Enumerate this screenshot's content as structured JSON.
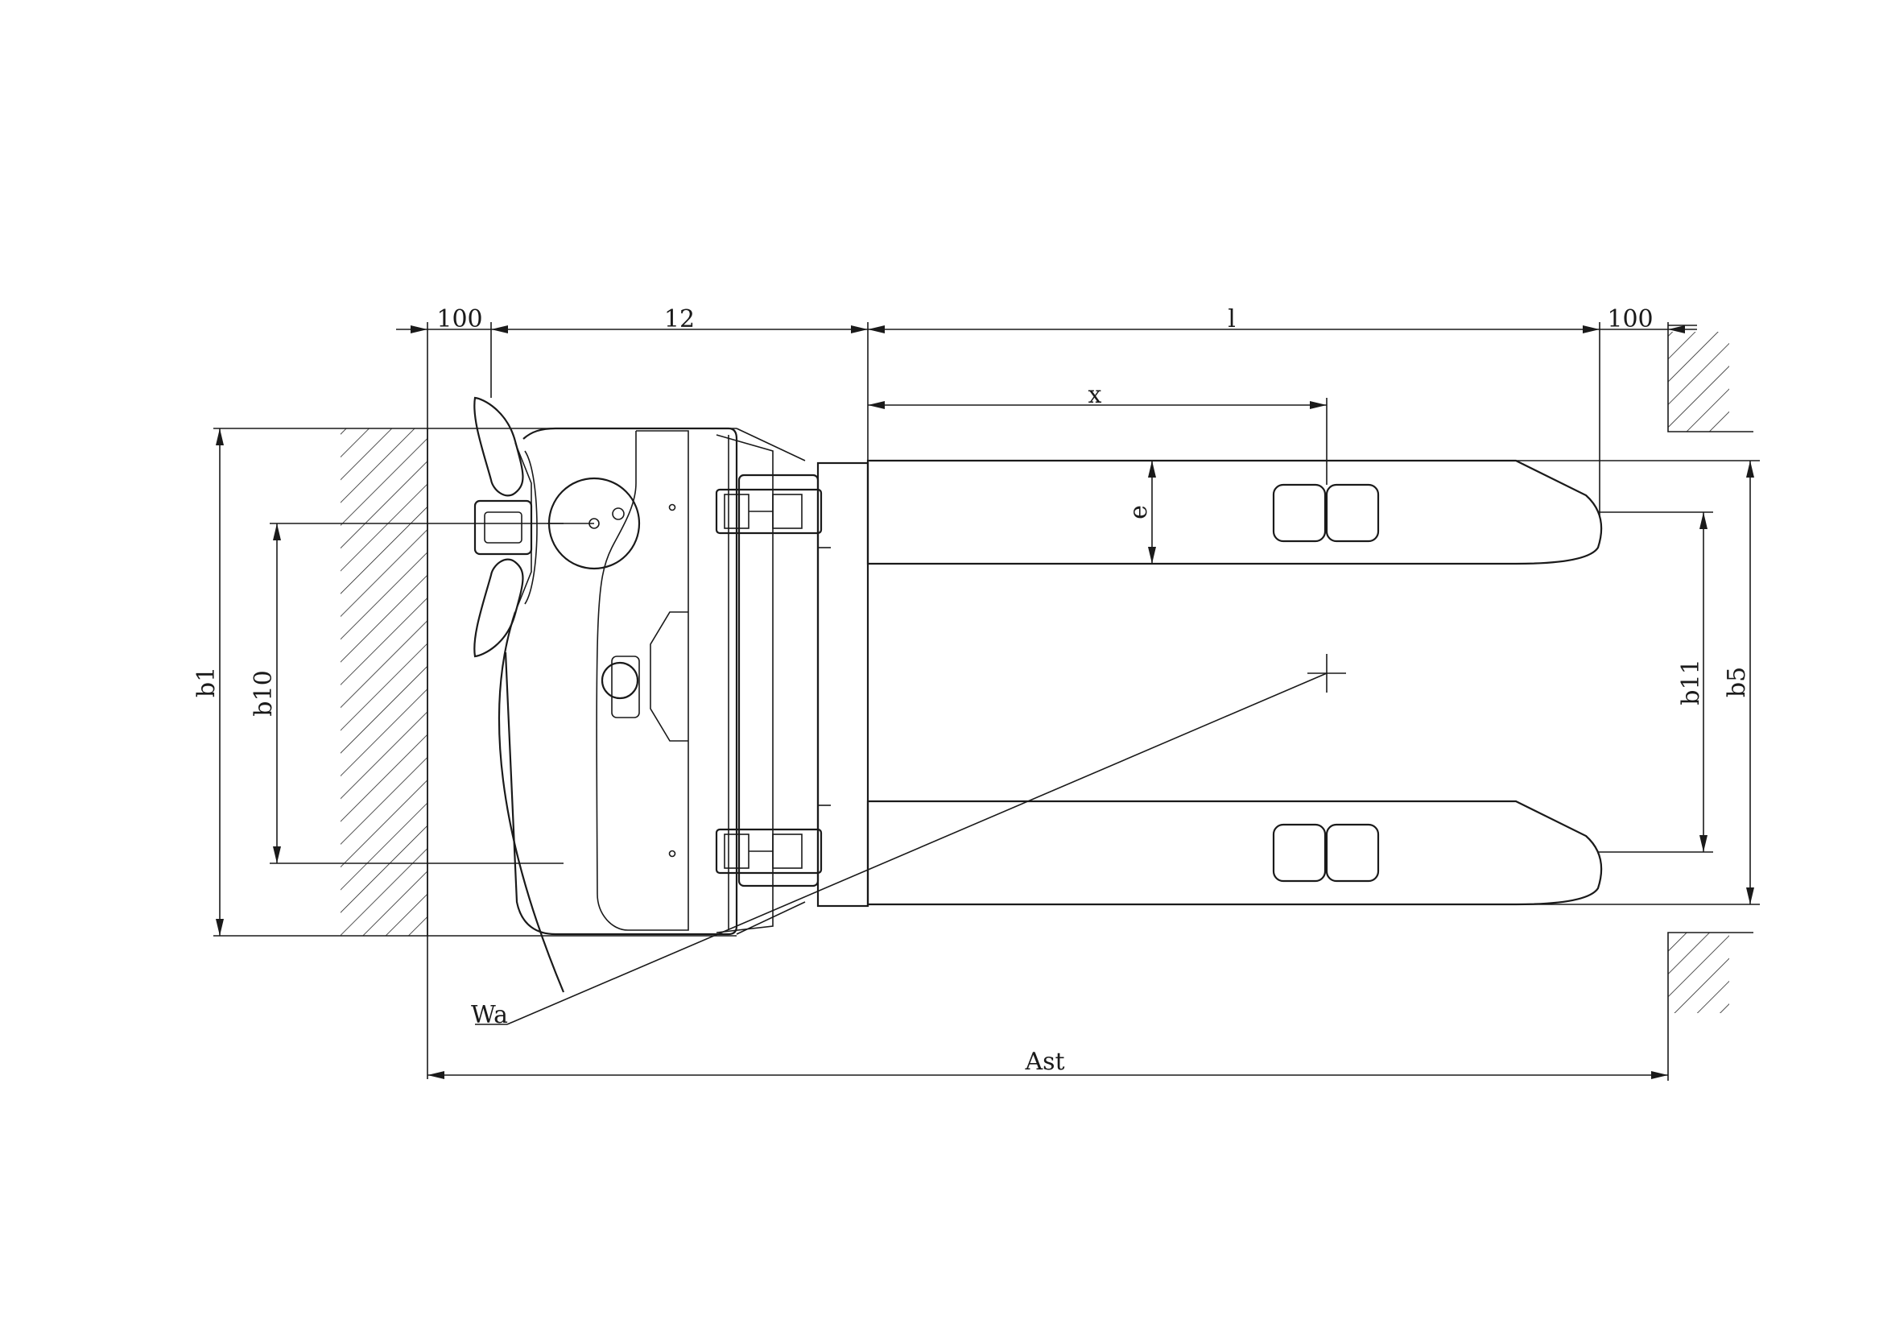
{
  "drawing": {
    "dimensions": {
      "clearance_left": "100",
      "l2": "12",
      "l": "l",
      "clearance_right": "100",
      "x": "x",
      "e": "e",
      "b1": "b1",
      "b10": "b10",
      "b11": "b11",
      "b5": "b5",
      "Wa": "Wa",
      "Ast": "Ast"
    },
    "icons": {
      "truck": "pallet-truck-top-view",
      "wall_left": "hatched-wall",
      "wall_right_top": "hatched-wall",
      "wall_right_bottom": "hatched-wall",
      "load_center": "crosshair"
    },
    "colors": {
      "ink": "#1a1a1a",
      "paper": "#ffffff"
    }
  }
}
